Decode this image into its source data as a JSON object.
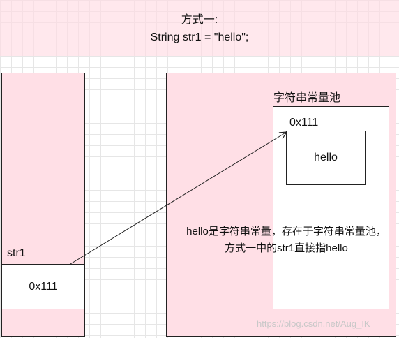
{
  "header": {
    "line1": "方式一:",
    "line2": "String str1 =  \"hello\";"
  },
  "stack": {
    "var_label": "str1",
    "var_value": "0x111"
  },
  "heap": {
    "pool_label": "字符串常量池",
    "address_label": "0x111",
    "value": "hello"
  },
  "description": {
    "line1": "hello是字符串常量，存在于字符串常量池，",
    "line2": "方式一中的str1直接指hello"
  },
  "watermark": "https://blog.csdn.net/Aug_IK",
  "colors": {
    "panel": "#ffdfe6",
    "border": "#222222",
    "grid": "#e6e6e6"
  }
}
